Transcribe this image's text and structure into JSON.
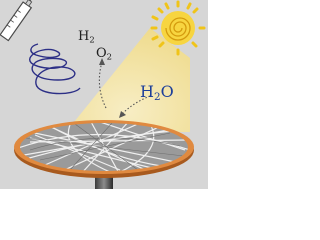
{
  "labels": {
    "hydrogen": {
      "main": "H",
      "sub": "2"
    },
    "oxygen": {
      "main": "O",
      "sub": "2"
    },
    "water": {
      "pre": "H",
      "sub": "2",
      "post": "O"
    }
  },
  "colors": {
    "background": "#d6d6d6",
    "sun": "#f0c419",
    "light_beam": "#f6e6a0",
    "coil": "#2c2f86",
    "syringe": "#4a4a4a",
    "disk_rim": "#d2782e",
    "water_label": "#1d3f9a",
    "gas_label": "#202020"
  },
  "icons": [
    "sun-icon",
    "syringe-icon",
    "electrospinning-coil-icon",
    "nanofiber-membrane-icon"
  ]
}
